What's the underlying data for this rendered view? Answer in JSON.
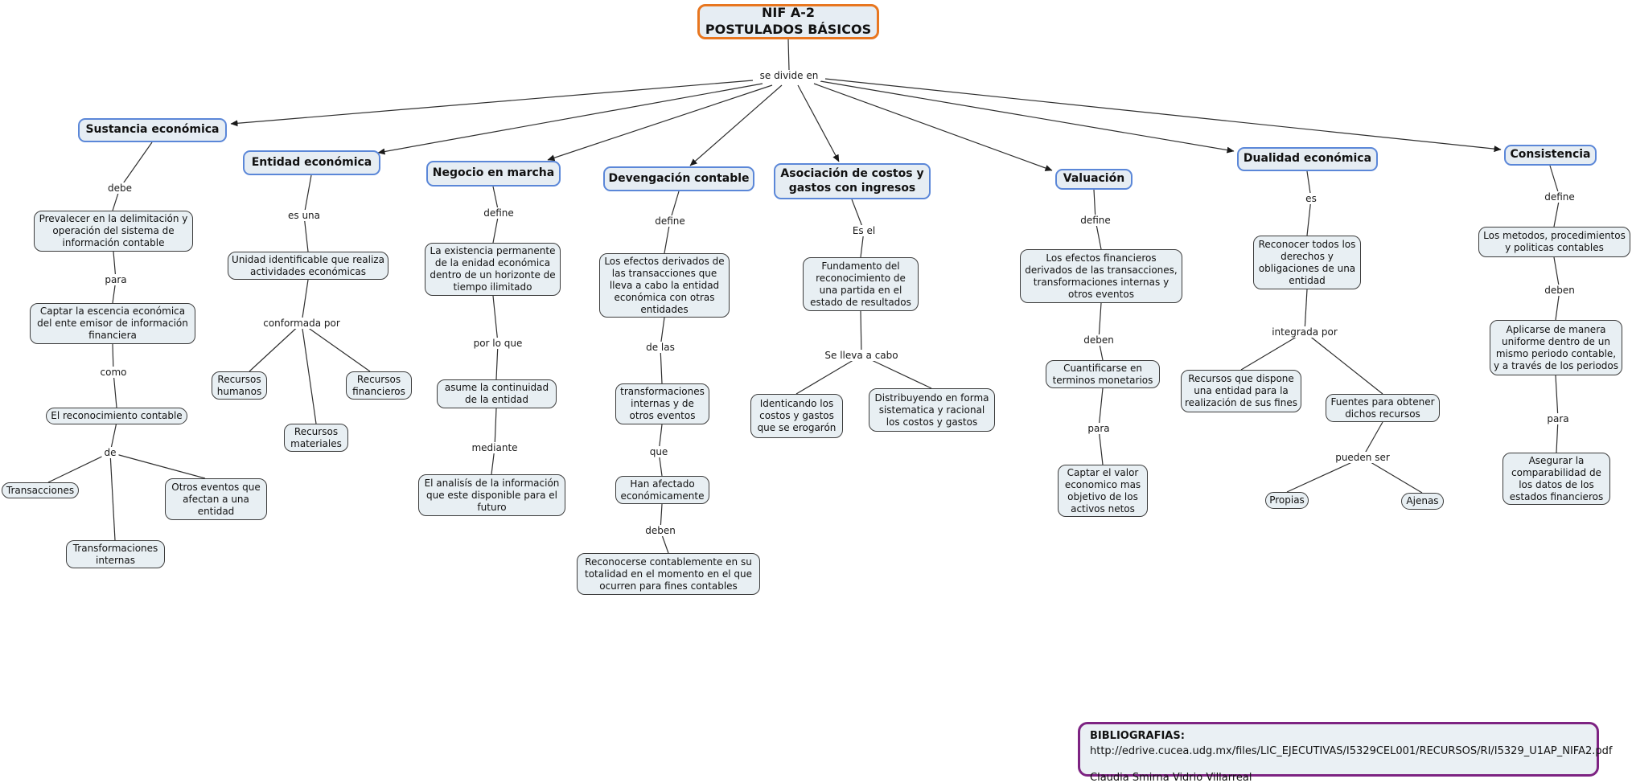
{
  "title": {
    "line1": "NIF A-2",
    "line2": "POSTULADOS BÁSICOS"
  },
  "links": {
    "root": "se divide en",
    "sustancia1": "debe",
    "sustancia2": "para",
    "sustancia3": "como",
    "sustancia4": "de",
    "entidad1": "es una",
    "entidad2": "conformada por",
    "negocio1": "define",
    "negocio2": "por lo que",
    "negocio3": "mediante",
    "devengacion1": "define",
    "devengacion2": "de las",
    "devengacion3": "que",
    "devengacion4": "deben",
    "asociacion1": "Es el",
    "asociacion2": "Se lleva a cabo",
    "valuacion1": "define",
    "valuacion2": "deben",
    "valuacion3": "para",
    "dualidad1": "es",
    "dualidad2": "integrada por",
    "dualidad3": "pueden ser",
    "consistencia1": "define",
    "consistencia2": "deben",
    "consistencia3": "para"
  },
  "headers": {
    "sustancia": "Sustancia económica",
    "entidad": "Entidad económica",
    "negocio": "Negocio en marcha",
    "devengacion": "Devengación contable",
    "asociacion": "Asociación de costos y gastos con ingresos",
    "valuacion": "Valuación",
    "dualidad": "Dualidad económica",
    "consistencia": "Consistencia"
  },
  "nodes": {
    "prevalecer": "Prevalecer en la delimitación y operación del sistema de información contable",
    "captar_esencia": "Captar la escencia económica del ente emisor de información financiera",
    "reconocimiento": "El reconocimiento contable",
    "transacciones": "Transacciones",
    "otros_eventos": "Otros eventos que afectan a una entidad",
    "transformaciones_internas": "Transformaciones internas",
    "unidad": "Unidad identificable que realiza actividades económicas",
    "rec_humanos": "Recursos humanos",
    "rec_financieros": "Recursos financieros",
    "rec_materiales": "Recursos materiales",
    "existencia": "La existencia permanente de la enidad económica dentro de un horizonte de tiempo ilimitado",
    "continuidad": "asume la continuidad de la entidad",
    "analisis": "El analisís de la información que este disponible para el futuro",
    "efectos_transacciones": "Los efectos derivados de las transacciones que lleva a cabo la entidad económica con otras entidades",
    "transformaciones_eventos": "transformaciones internas y de otros eventos",
    "afectado": "Han afectado económicamente",
    "reconocerse": "Reconocerse contablemente en su totalidad en el momento en el que ocurren para fines contables",
    "fundamento": "Fundamento del reconocimiento de una partida en el estado de resultados",
    "identificando": "Identicando los costos y gastos que se erogarón",
    "distribuyendo": "Distribuyendo en forma sistematica y racional los costos y gastos",
    "efectos_financieros": "Los efectos financieros derivados de las transacciones, transformaciones internas y otros eventos",
    "cuantificarse": "Cuantificarse en terminos monetarios",
    "captar_valor": "Captar el valor economico mas objetivo de los activos netos",
    "reconocer_derechos": "Reconocer todos los derechos y obligaciones de una entidad",
    "recursos_dispone": "Recursos que dispone una entidad para la realización de sus fines",
    "fuentes": "Fuentes para obtener dichos recursos",
    "propias": "Propias",
    "ajenas": "Ajenas",
    "metodos": "Los metodos, procedimientos y politicas contables",
    "aplicarse": "Aplicarse de manera uniforme dentro de un mismo periodo contable, y a través de los periodos",
    "asegurar": "Asegurar la comparabilidad de los datos de los estados financieros"
  },
  "bibliography": {
    "heading": "BIBLIOGRAFIAS:",
    "url": "http://edrive.cucea.udg.mx/files/LIC_EJECUTIVAS/I5329CEL001/RECURSOS/RI/I5329_U1AP_NIFA2.pdf",
    "author": "Claudia Smirna Vidrio Villarreal"
  },
  "colors": {
    "header_border": "#5b87d8",
    "title_border": "#e8761f",
    "node_fill": "#e8eff3",
    "biblio_border": "#7d2382"
  }
}
